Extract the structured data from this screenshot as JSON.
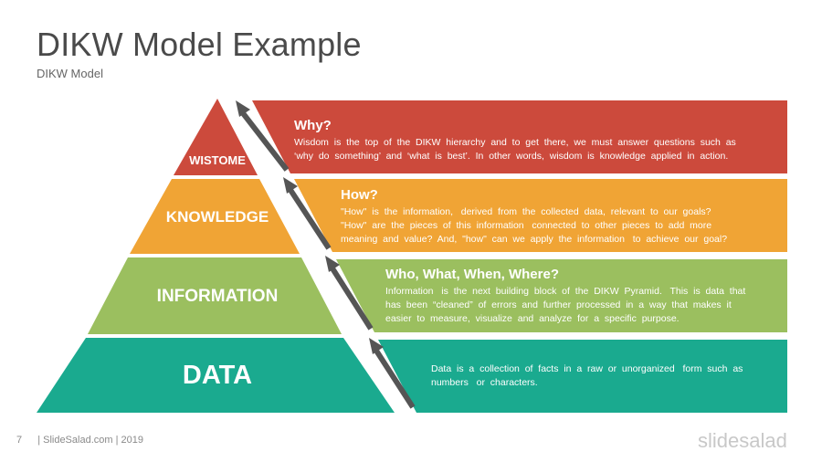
{
  "header": {
    "title": "DIKW Model Example",
    "subtitle": "DIKW Model"
  },
  "pyramid": {
    "levels": [
      {
        "label": "WISTOME",
        "color": "#cc4a3c"
      },
      {
        "label": "KNOWLEDGE",
        "color": "#f0a435"
      },
      {
        "label": "INFORMATION",
        "color": "#9bbf5f"
      },
      {
        "label": "DATA",
        "color": "#1aaa8f"
      }
    ]
  },
  "boxes": [
    {
      "heading": "Why?",
      "color": "#cc4a3c",
      "lines": [
        "Wisdom  is  the  top  of  the  DIKW  hierarchy  and  to  get  there,  we  must  answer  questions  such  as",
        "‘why  do  something’  and  ‘what  is  best’.  In  other  words,  wisdom  is  knowledge  applied  in  action."
      ]
    },
    {
      "heading": "How?",
      "color": "#f0a435",
      "lines": [
        "\"How\"  is  the  information,   derived  from  the  collected  data,  relevant  to  our  goals?",
        "\"How\"  are  the  pieces  of  this  information   connected  to  other  pieces  to  add  more",
        "meaning  and  value?  And,  \"how\"  can  we  apply  the  information   to  achieve  our  goal?"
      ]
    },
    {
      "heading": "Who, What, When, Where?",
      "color": "#9bbf5f",
      "lines": [
        "Information   is  the  next  building  block  of  the  DIKW  Pyramid.   This  is  data  that",
        "has  been  “cleaned”  of  errors  and  further  processed  in  a  way  that  makes  it",
        "easier  to  measure,  visualize  and  analyze  for  a  specific  purpose."
      ]
    },
    {
      "heading": "",
      "color": "#1aaa8f",
      "lines": [
        "Data  is  a  collection  of  facts  in  a  raw  or  unorganized   form  such  as",
        "numbers   or  characters."
      ]
    }
  ],
  "footer": {
    "page_number": "7",
    "credit": "| SlideSalad.com | 2019",
    "brand": "slidesalad"
  }
}
